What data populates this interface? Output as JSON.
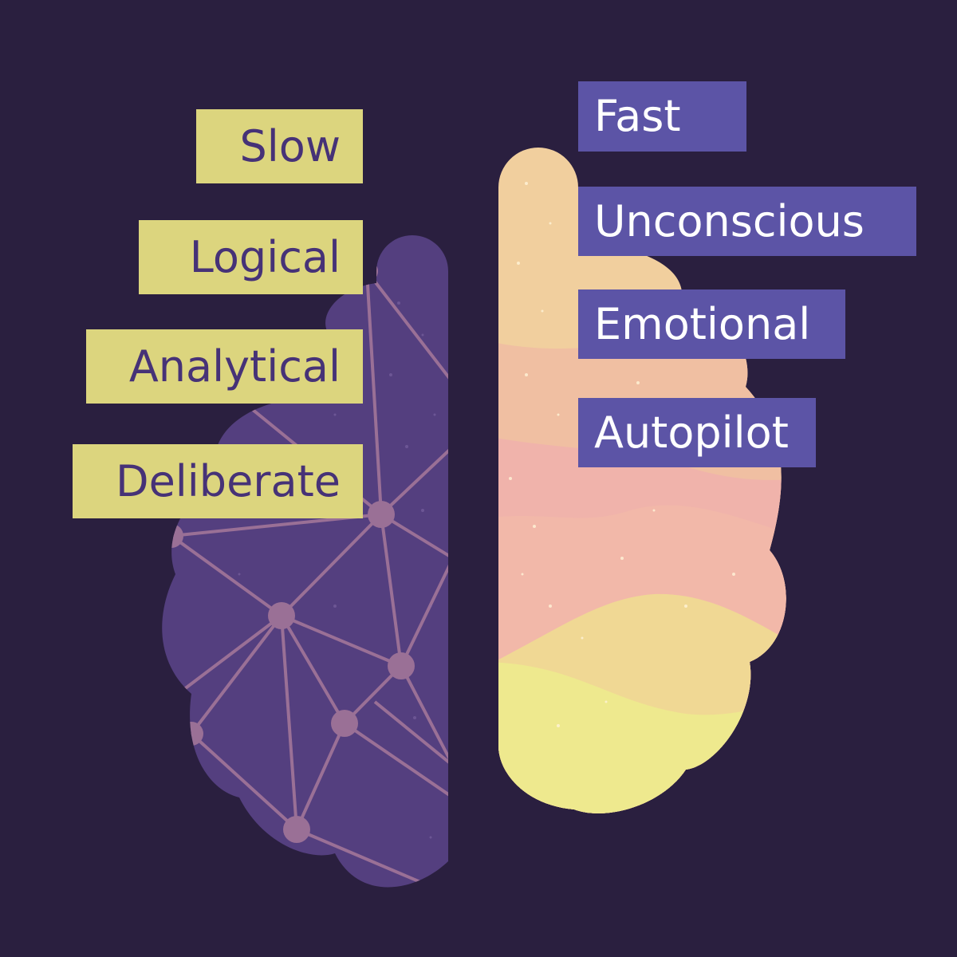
{
  "colors": {
    "background": "#2a1f3f",
    "left_label_bg": "#dcd57e",
    "left_label_text": "#463277",
    "right_label_bg": "#5c54a6",
    "right_label_text": "#ffffff",
    "left_hemisphere": "#543f7f",
    "network_line": "#9a7096",
    "network_node": "#9a7096",
    "right_hemisphere_top": "#f1cf9e",
    "right_hemisphere_middle": "#f0b3ab",
    "right_hemisphere_bottom": "#eee98e"
  },
  "left_labels": [
    {
      "text": "Slow"
    },
    {
      "text": "Logical"
    },
    {
      "text": "Analytical"
    },
    {
      "text": "Deliberate"
    }
  ],
  "right_labels": [
    {
      "text": "Fast"
    },
    {
      "text": "Unconscious"
    },
    {
      "text": "Emotional"
    },
    {
      "text": "Autopilot"
    }
  ]
}
